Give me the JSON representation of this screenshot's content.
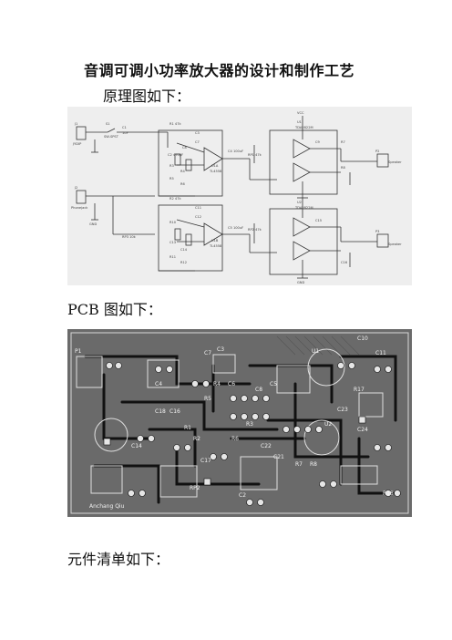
{
  "doc": {
    "title": "音调可调小功率放大器的设计和制作工艺",
    "schematic_heading": "原理图如下：",
    "pcb_heading": "PCB 图如下：",
    "bom_heading": "元件清单如下："
  },
  "schematic": {
    "labels": [
      "J1",
      "JYDIP",
      "S1",
      "SW-SPST",
      "C1",
      "1uF",
      "R1 47k",
      "R2 47k",
      "C2 470pF",
      "C3",
      "C7",
      "C8",
      "R3",
      "R4",
      "R5",
      "R6",
      "U1A",
      "TL4558",
      "RP1 47k",
      "RP2 47k",
      "U1",
      "TDA2822M",
      "C4 100uF",
      "C5 100uF",
      "C9",
      "R7",
      "R8",
      "P2",
      "Speaker",
      "J2",
      "Phonejack",
      "RP3 10k",
      "U2",
      "TDA2822M",
      "C11",
      "C12",
      "R10",
      "U1B",
      "TL4558",
      "C13",
      "C14",
      "R11",
      "R12",
      "C15",
      "C16",
      "P3",
      "Speaker",
      "GND",
      "VCC",
      "GND"
    ],
    "ink": "#333333"
  },
  "pcb": {
    "labels": [
      "P1",
      "C10",
      "C11",
      "C8",
      "C3",
      "C7",
      "R4",
      "C6",
      "R5",
      "C5",
      "C22",
      "C21",
      "C23",
      "C24",
      "C18",
      "C16",
      "C17",
      "U1",
      "U2",
      "R1",
      "R2",
      "R3",
      "R6",
      "R7",
      "R8",
      "RP2",
      "C2",
      "C4",
      "R17",
      "R18",
      "C14",
      "Anchang Qiu"
    ],
    "trace": "#111111",
    "pad": "#e6e6e6",
    "board": "#6a6a6a"
  }
}
